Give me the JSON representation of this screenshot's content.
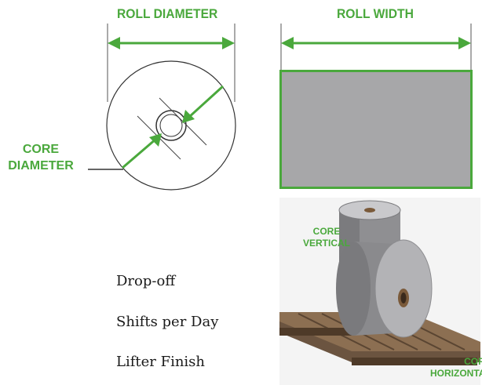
{
  "diagram": {
    "roll_diameter_title": "ROLL DIAMETER",
    "roll_width_title": "ROLL WIDTH",
    "core_diameter_label_line1": "CORE",
    "core_diameter_label_line2": "DIAMETER"
  },
  "photo": {
    "core_vertical_line1": "CORE",
    "core_vertical_line2": "VERTICAL",
    "core_horizontal_line1": "CORE",
    "core_horizontal_line2": "HORIZONTAL"
  },
  "list": {
    "items": [
      "Drop-off",
      "Shifts per Day",
      "Lifter Finish"
    ]
  },
  "colors": {
    "accent": "#4aa83c",
    "roll_face": "#a7a7a9",
    "text": "#1a1a1a"
  }
}
